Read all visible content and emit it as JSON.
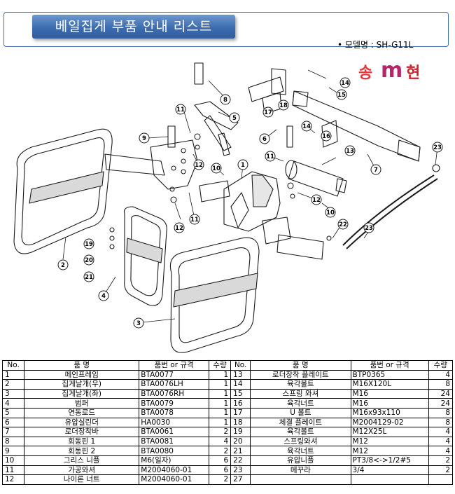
{
  "header": {
    "title": "베일집게 부품 안내 리스트",
    "model": "• 모델명 : SH-G11L"
  },
  "logo": {
    "chars": [
      "송",
      "m",
      "현"
    ],
    "colors": [
      "#e8353b",
      "#b5256a",
      "#c8232c"
    ]
  },
  "diagram": {
    "callouts": [
      "1",
      "2",
      "3",
      "4",
      "5",
      "6",
      "7",
      "8",
      "9",
      "10",
      "11",
      "12",
      "13",
      "14",
      "15",
      "16",
      "17",
      "18",
      "19",
      "20",
      "21",
      "22",
      "23"
    ],
    "line_color": "#1a1a1a"
  },
  "table": {
    "headers": [
      "No.",
      "품 명",
      "품번 or 규격",
      "수량",
      "No.",
      "품 명",
      "품번 or 규격",
      "수량"
    ],
    "rows": [
      [
        "1",
        "메인프레임",
        "BTA0077",
        "1",
        "13",
        "로더장착 플레이트",
        "BTP0365",
        "4"
      ],
      [
        "2",
        "집게날개(우)",
        "BTA0076LH",
        "1",
        "14",
        "육각볼트",
        "M16X120L",
        "8"
      ],
      [
        "3",
        "집게날개(좌)",
        "BTA0076RH",
        "1",
        "15",
        "스프링 와셔",
        "M16",
        "24"
      ],
      [
        "4",
        "범퍼",
        "BTA0079",
        "1",
        "16",
        "육각너트",
        "M16",
        "24"
      ],
      [
        "5",
        "연동로드",
        "BTA0078",
        "1",
        "17",
        "U 볼트",
        "M16x93x110",
        "8"
      ],
      [
        "6",
        "유압실린더",
        "HA0030",
        "1",
        "18",
        "체결 플레이트",
        "M2004129-02",
        "8"
      ],
      [
        "7",
        "로더장착바",
        "BTA0061",
        "2",
        "19",
        "육각볼트",
        "M12X25L",
        "4"
      ],
      [
        "8",
        "회동핀 1",
        "BTA0081",
        "4",
        "20",
        "스프링와셔",
        "M12",
        "4"
      ],
      [
        "9",
        "회동핀 2",
        "BTA0080",
        "2",
        "21",
        "육각너트",
        "M12",
        "4"
      ],
      [
        "10",
        "그리스 니플",
        "M6(일자)",
        "6",
        "22",
        "유압니플",
        "PT3/8<->1/2#5",
        "2"
      ],
      [
        "11",
        "가공와셔",
        "M2004060-01",
        "6",
        "23",
        "메꾸라",
        "3/4",
        "2"
      ],
      [
        "12",
        "나이론 너트",
        "M2004060-01",
        "2",
        "27",
        "",
        "",
        ""
      ]
    ]
  }
}
